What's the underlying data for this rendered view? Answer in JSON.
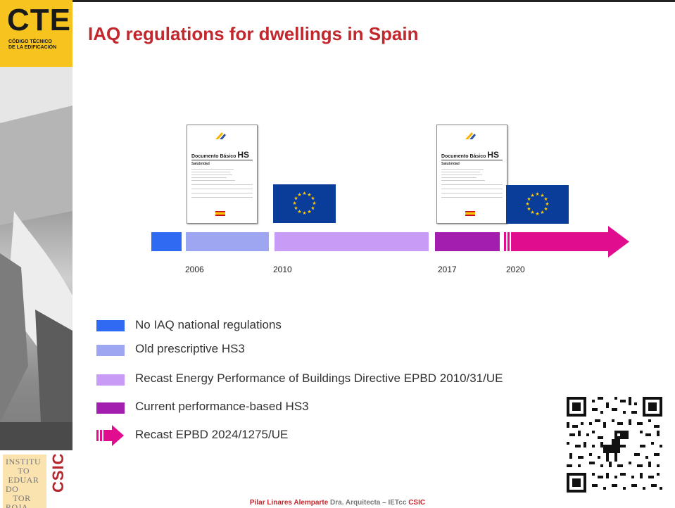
{
  "logo": {
    "name": "CTE",
    "subtitle_line1": "CÓDIGO TÉCNICO",
    "subtitle_line2": "DE LA EDIFICACIÓN"
  },
  "institute": {
    "text": "INSTITU\n     TO\n EDUAR\nDO\n   TOR\nROJA",
    "csic": "CSIC"
  },
  "title": "IAQ regulations for dwellings in Spain",
  "documents": [
    {
      "title_small": "Documento Básico",
      "title_big": "HS",
      "subtitle": "Salubridad"
    },
    {
      "title_small": "Documento Básico",
      "title_big": "HS",
      "subtitle": "Salubridad"
    }
  ],
  "timeline": {
    "years": [
      "2006",
      "2010",
      "2017",
      "2020"
    ]
  },
  "colors": {
    "no_regulation": "#2e6bf2",
    "old_hs3": "#9ea6f2",
    "recast_epbd": "#c89bf6",
    "current_hs3": "#a31eaf",
    "recast_2024": "#e00e8f",
    "eu_blue": "#0a3c9a",
    "eu_gold": "#ffcc00"
  },
  "legend": [
    {
      "label": "No IAQ national regulations"
    },
    {
      "label": "Old prescriptive HS3"
    },
    {
      "label": "Recast Energy Performance of Buildings Directive EPBD 2010/31/UE"
    },
    {
      "label": "Current performance-based HS3"
    },
    {
      "label": "Recast EPBD 2024/1275/UE"
    }
  ],
  "footer": {
    "name": "Pilar Linares Alemparte",
    "role": "Dra. Arquitecta – IETcc",
    "org": "CSIC"
  }
}
